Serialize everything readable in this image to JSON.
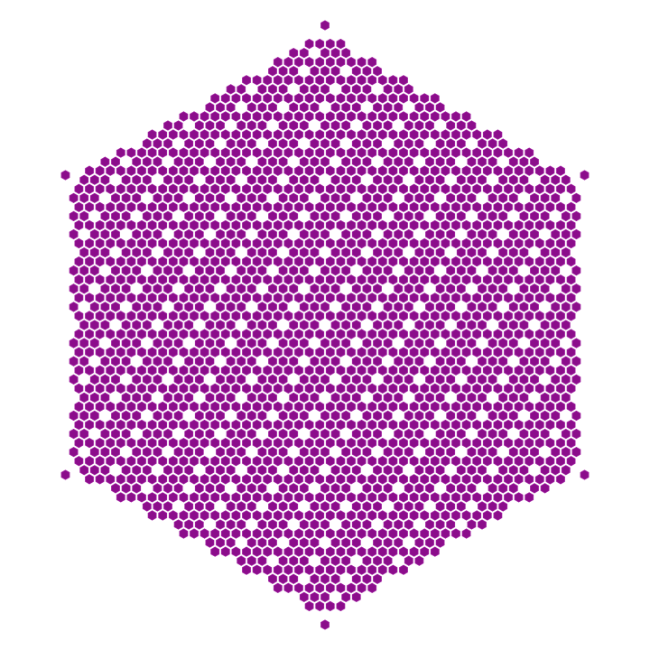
{
  "figure": {
    "background_color": "#ffffff",
    "fill_color": "#8b0d8b",
    "edge_color": "#a020a0",
    "pattern": "hexagonal-tiling-with-star-voids",
    "outer_shape": "hexagon",
    "tile_shape": "hexagon",
    "void_shape": "six-pointed-star"
  }
}
